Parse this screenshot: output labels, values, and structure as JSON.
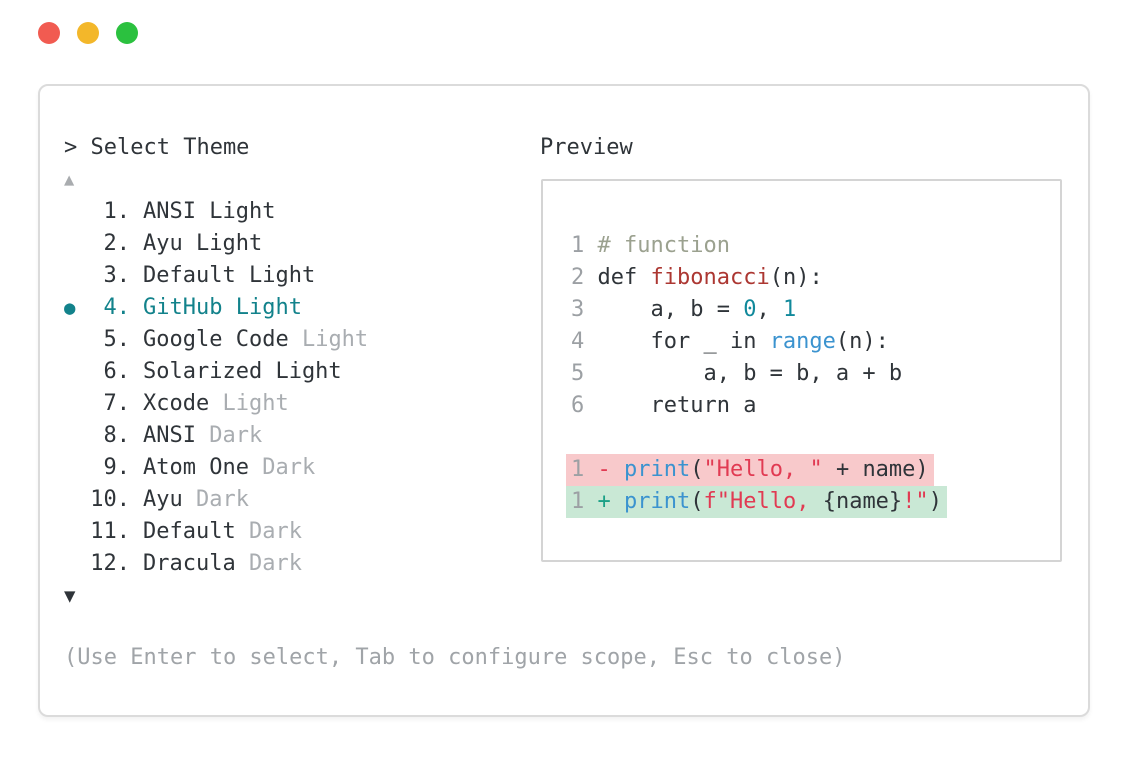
{
  "window": {
    "controls": [
      {
        "name": "close",
        "color": "#f15b51"
      },
      {
        "name": "minimize",
        "color": "#f3b72a"
      },
      {
        "name": "zoom",
        "color": "#2bc13f"
      }
    ]
  },
  "picker": {
    "header": "> Select Theme",
    "scroll_up_symbol": "▲",
    "scroll_down_symbol": "▼",
    "selected_marker": "●",
    "footer_hint": "(Use Enter to select, Tab to configure scope, Esc to close)",
    "items": [
      {
        "number": "1.",
        "name": "ANSI Light",
        "suffix": "",
        "selected": false
      },
      {
        "number": "2.",
        "name": "Ayu Light",
        "suffix": "",
        "selected": false
      },
      {
        "number": "3.",
        "name": "Default Light",
        "suffix": "",
        "selected": false
      },
      {
        "number": "4.",
        "name": "GitHub Light",
        "suffix": "",
        "selected": true
      },
      {
        "number": "5.",
        "name": "Google Code",
        "suffix": " Light",
        "selected": false
      },
      {
        "number": "6.",
        "name": "Solarized Light",
        "suffix": "",
        "selected": false
      },
      {
        "number": "7.",
        "name": "Xcode",
        "suffix": " Light",
        "selected": false
      },
      {
        "number": "8.",
        "name": "ANSI",
        "suffix": " Dark",
        "selected": false
      },
      {
        "number": "9.",
        "name": "Atom One",
        "suffix": " Dark",
        "selected": false
      },
      {
        "number": "10.",
        "name": "Ayu",
        "suffix": " Dark",
        "selected": false
      },
      {
        "number": "11.",
        "name": "Default",
        "suffix": " Dark",
        "selected": false
      },
      {
        "number": "12.",
        "name": "Dracula",
        "suffix": " Dark",
        "selected": false
      }
    ]
  },
  "preview": {
    "label": "Preview",
    "code_lines": [
      {
        "num": "1",
        "tokens": [
          {
            "t": "# function",
            "c": "comment"
          }
        ]
      },
      {
        "num": "2",
        "tokens": [
          {
            "t": "def ",
            "c": "plain"
          },
          {
            "t": "fibonacci",
            "c": "func"
          },
          {
            "t": "(n):",
            "c": "plain"
          }
        ]
      },
      {
        "num": "3",
        "tokens": [
          {
            "t": "    a, b = ",
            "c": "plain"
          },
          {
            "t": "0",
            "c": "num"
          },
          {
            "t": ", ",
            "c": "plain"
          },
          {
            "t": "1",
            "c": "num"
          }
        ]
      },
      {
        "num": "4",
        "tokens": [
          {
            "t": "    for _ in ",
            "c": "plain"
          },
          {
            "t": "range",
            "c": "call"
          },
          {
            "t": "(n):",
            "c": "plain"
          }
        ]
      },
      {
        "num": "5",
        "tokens": [
          {
            "t": "        a, b = b, a + b",
            "c": "plain"
          }
        ]
      },
      {
        "num": "6",
        "tokens": [
          {
            "t": "    return a",
            "c": "plain"
          }
        ]
      }
    ],
    "diff_lines": [
      {
        "num": "1",
        "kind": "removed",
        "tokens": [
          {
            "t": "- ",
            "c": "string"
          },
          {
            "t": "print",
            "c": "call"
          },
          {
            "t": "(",
            "c": "plain"
          },
          {
            "t": "\"Hello, \"",
            "c": "string"
          },
          {
            "t": " + name)",
            "c": "plain"
          }
        ]
      },
      {
        "num": "1",
        "kind": "added",
        "tokens": [
          {
            "t": "+ ",
            "c": "plus"
          },
          {
            "t": "print",
            "c": "call"
          },
          {
            "t": "(",
            "c": "plain"
          },
          {
            "t": "f\"Hello, ",
            "c": "string"
          },
          {
            "t": "{name}",
            "c": "plain"
          },
          {
            "t": "!\"",
            "c": "string"
          },
          {
            "t": ")",
            "c": "plain"
          }
        ]
      }
    ]
  },
  "colors": {
    "selection_teal": "#12828b",
    "comment": "#9ba18f",
    "function_name_red": "#ac3732",
    "string_red": "#e13a52",
    "call_blue": "#3b93cf",
    "number_teal": "#11899b",
    "diff_added_green": "#1ba086",
    "diff_removed_bg": "#f8c9cb",
    "diff_added_bg": "#c9e8d5",
    "muted_gray": "#a9adb1"
  }
}
